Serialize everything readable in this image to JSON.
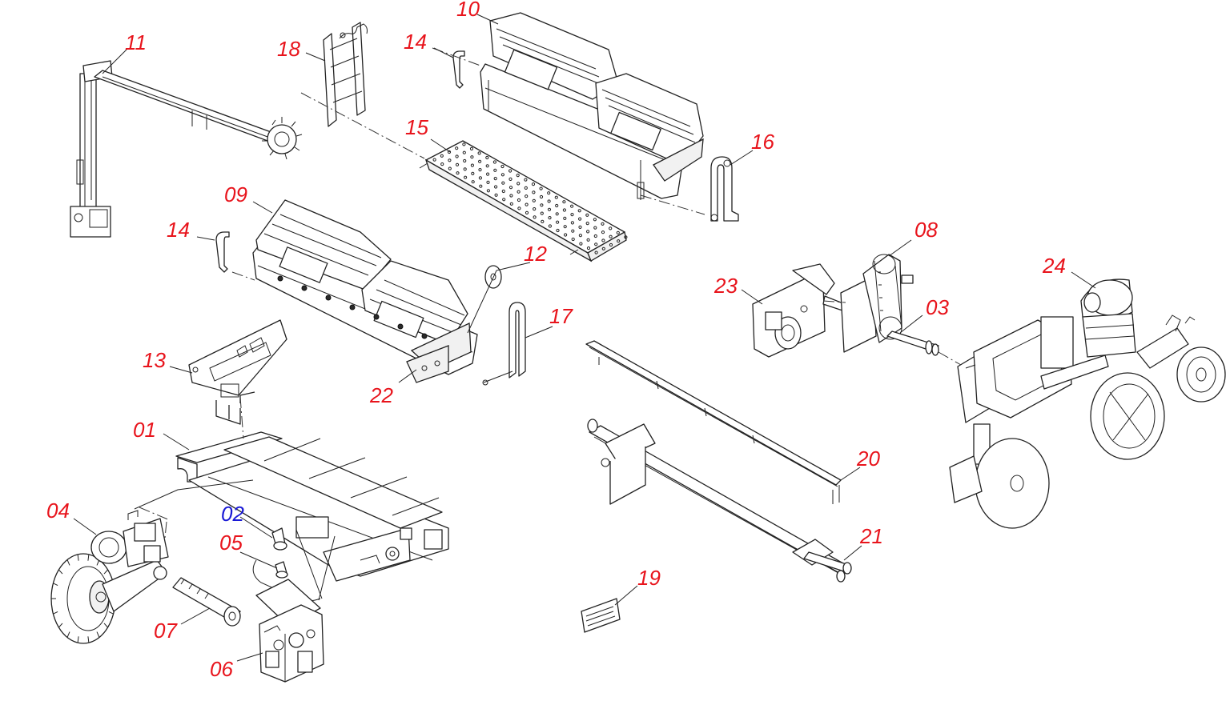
{
  "colors": {
    "label_main": "#e8141c",
    "label_alt": "#1a1ad6",
    "line": "#222222"
  },
  "labels": {
    "l01": "01",
    "l02": "02",
    "l03": "03",
    "l04": "04",
    "l05": "05",
    "l06": "06",
    "l07": "07",
    "l08": "08",
    "l09": "09",
    "l10": "10",
    "l11": "11",
    "l12": "12",
    "l13": "13",
    "l14a": "14",
    "l14b": "14",
    "l15": "15",
    "l16": "16",
    "l17": "17",
    "l18": "18",
    "l19": "19",
    "l20": "20",
    "l21": "21",
    "l22": "22",
    "l23": "23",
    "l24": "24"
  }
}
